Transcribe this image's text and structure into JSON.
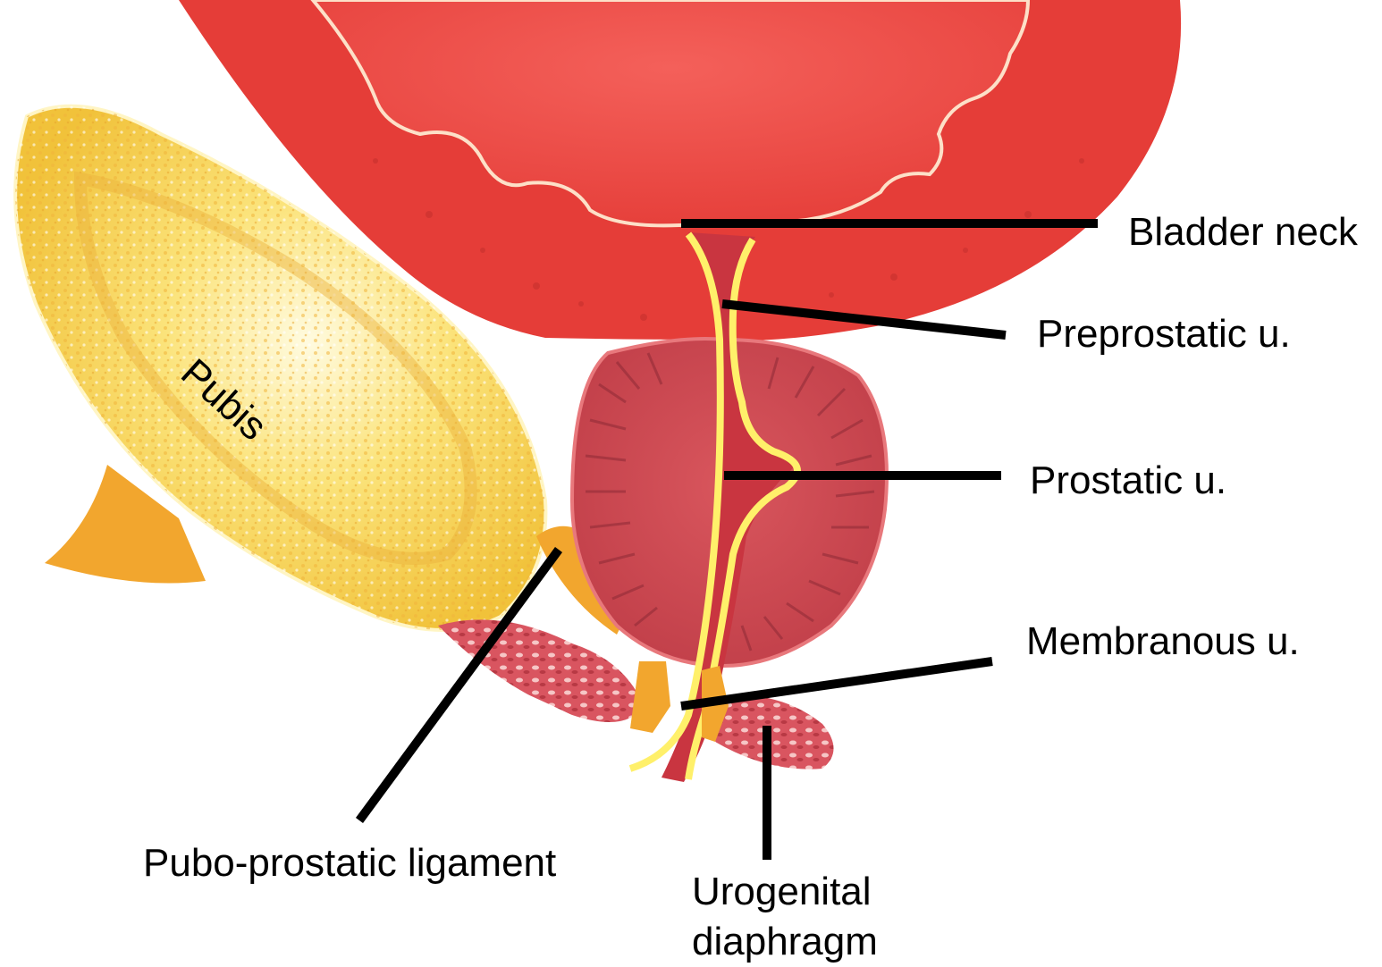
{
  "labels": {
    "pubis": "Pubis",
    "bladder_neck": "Bladder neck",
    "preprostatic": "Preprostatic u.",
    "prostatic": "Prostatic u.",
    "membranous": "Membranous u.",
    "pubo_prostatic": "Pubo-prostatic ligament",
    "urogenital_line1": "Urogenital",
    "urogenital_line2": "diaphragm"
  },
  "colors": {
    "bladder_wall": "#e8403a",
    "bladder_lumen": "#ee4a44",
    "prostate": "#c9464f",
    "pubis_bone": "#f6d24a",
    "pubis_light": "#fff3b0",
    "ligament": "#f2a62e",
    "urethra_lining": "#fff06a",
    "leader_line": "#000000"
  }
}
